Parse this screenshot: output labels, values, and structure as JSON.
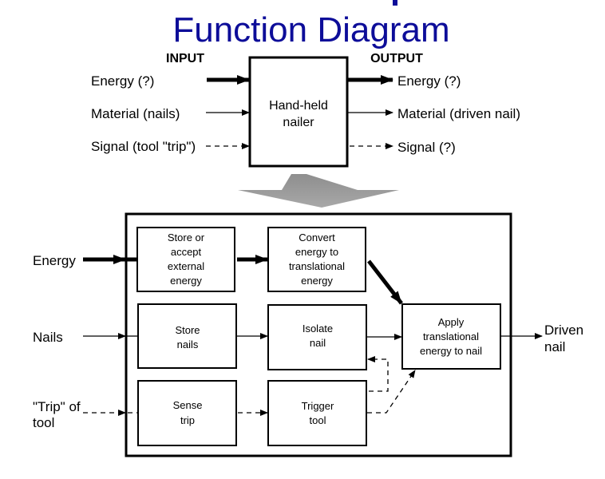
{
  "title": "Function Diagram",
  "title_partial_above": "Decomposition",
  "colors": {
    "title": "#0d0d99",
    "lines": "#000000",
    "arrow_shape": "#9a9a9a"
  },
  "top_diagram": {
    "input_header": "INPUT",
    "output_header": "OUTPUT",
    "black_box": [
      "Hand-held",
      "nailer"
    ],
    "inputs": [
      {
        "label": "Energy (?)",
        "flow": "energy"
      },
      {
        "label": "Material (nails)",
        "flow": "material"
      },
      {
        "label": "Signal (tool \"trip\")",
        "flow": "signal"
      }
    ],
    "outputs": [
      {
        "label": "Energy (?)",
        "flow": "energy"
      },
      {
        "label": "Material (driven nail)",
        "flow": "material"
      },
      {
        "label": "Signal (?)",
        "flow": "signal"
      }
    ]
  },
  "bottom_diagram": {
    "external_inputs": {
      "energy": "Energy",
      "nails": "Nails",
      "trip": [
        "\"Trip\" of",
        "tool"
      ]
    },
    "external_output": [
      "Driven",
      "nail"
    ],
    "functions": {
      "store_energy": [
        "Store or",
        "accept",
        "external",
        "energy"
      ],
      "convert_energy": [
        "Convert",
        "energy to",
        "translational",
        "energy"
      ],
      "store_nails": [
        "Store",
        "nails"
      ],
      "isolate_nail": [
        "Isolate",
        "nail"
      ],
      "apply_energy": [
        "Apply",
        "translational",
        "energy to nail"
      ],
      "sense_trip": [
        "Sense",
        "trip"
      ],
      "trigger_tool": [
        "Trigger",
        "tool"
      ]
    }
  }
}
